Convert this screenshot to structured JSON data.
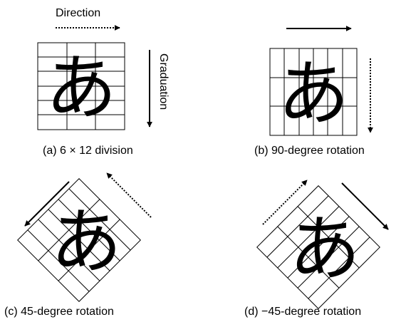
{
  "labels": {
    "direction": "Direction",
    "graduation": "Graduation"
  },
  "character": "あ",
  "panels": [
    {
      "id": "a",
      "caption": "(a) 6 × 12 division"
    },
    {
      "id": "b",
      "caption": "(b) 90-degree rotation"
    },
    {
      "id": "c",
      "caption": "(c) 45-degree rotation"
    },
    {
      "id": "d",
      "caption": "(d) −45-degree rotation"
    }
  ]
}
